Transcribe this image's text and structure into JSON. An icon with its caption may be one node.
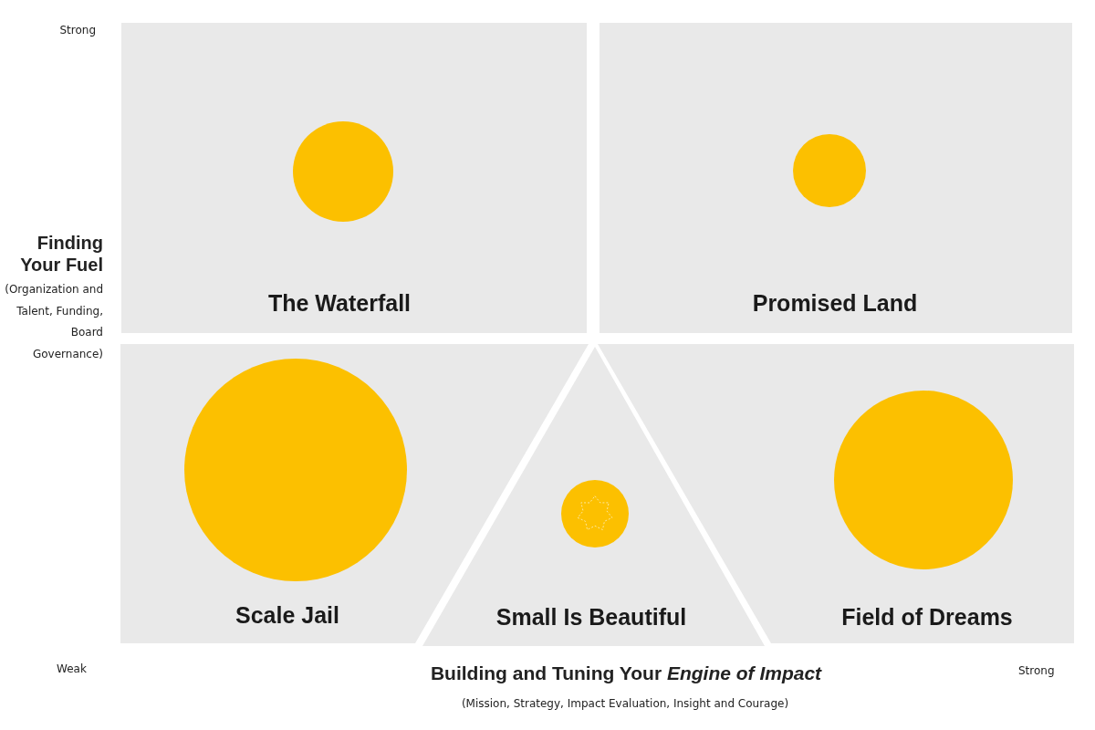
{
  "diagram": {
    "nodes": [
      {
        "text": [
          "The Waterfall"
        ]
      },
      {
        "text": [],
        "shape": "circle",
        "in": 0
      },
      {
        "text": [
          "Promised Land"
        ]
      },
      {
        "text": [],
        "shape": "circle",
        "in": 2
      },
      {
        "text": [
          "Scale Jail"
        ]
      },
      {
        "text": [],
        "shape": "circle",
        "in": 4
      },
      {
        "text": [
          "Small Is Beautiful"
        ]
      },
      {
        "text": [],
        "shape": "circle",
        "in": 6
      },
      {
        "text": [
          "Field of Dreams"
        ]
      },
      {
        "text": [],
        "shape": "circle",
        "in": 8
      }
    ],
    "edges": [],
    "labels": [
      "Strong",
      "Finding Your Fuel",
      "(Organization and Talent, Funding, Board Governance)",
      "Weak",
      "Building and Tuning Your *Engine of Impact*",
      "Strong",
      "(Mission, Strategy, Impact Evaluation, Insight and Courage)"
    ]
  }
}
